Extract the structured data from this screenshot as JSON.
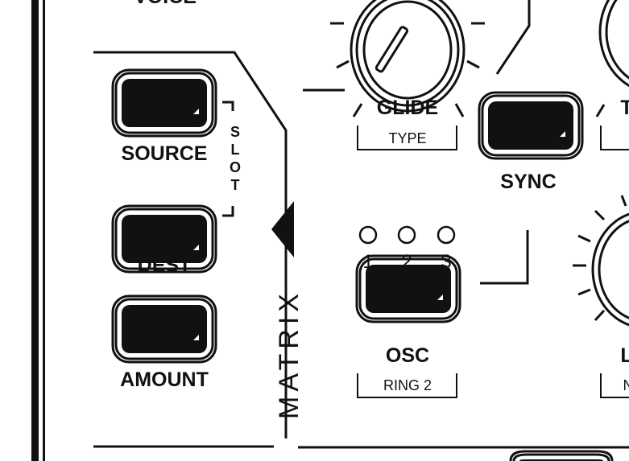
{
  "panel": {
    "section_top": "VOICE",
    "matrix": {
      "title": "MATRIX",
      "slot_letters": [
        "S",
        "L",
        "O",
        "T"
      ],
      "buttons": [
        {
          "label": "SOURCE"
        },
        {
          "label": "DEST"
        },
        {
          "label": "AMOUNT"
        }
      ]
    },
    "glide": {
      "label": "GLIDE",
      "sub": "TYPE"
    },
    "sync": {
      "label": "SYNC"
    },
    "osc": {
      "label": "OSC",
      "sub": "RING 2",
      "leds": [
        "1",
        "2",
        "3"
      ]
    },
    "partial_right_top": {
      "label": "T"
    },
    "partial_right_bottom": {
      "label": "L",
      "sub": "N"
    }
  },
  "colors": {
    "ink": "#111111",
    "background": "#ffffff"
  }
}
